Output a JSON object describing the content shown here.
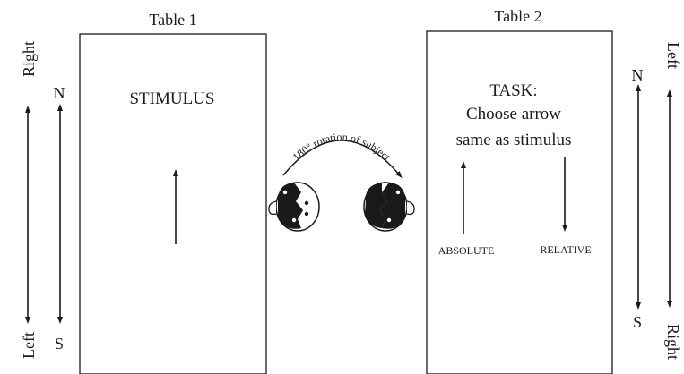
{
  "table1": {
    "title": "Table 1",
    "label": "STIMULUS"
  },
  "table2": {
    "title": "Table 2",
    "task_line1": "TASK:",
    "task_line2": "Choose arrow",
    "task_line3": "same as stimulus",
    "absolute_label": "ABSOLUTE",
    "relative_label": "RELATIVE"
  },
  "left_axes": {
    "relative_top": "Right",
    "relative_bottom": "Left",
    "cardinal_top": "N",
    "cardinal_bottom": "S"
  },
  "right_axes": {
    "cardinal_top": "N",
    "cardinal_bottom": "S",
    "relative_top": "Left",
    "relative_bottom": "Right"
  },
  "rotation": {
    "label": "180° rotation of subject"
  },
  "colors": {
    "ink": "#1a1a1a",
    "paper": "#ffffff"
  }
}
